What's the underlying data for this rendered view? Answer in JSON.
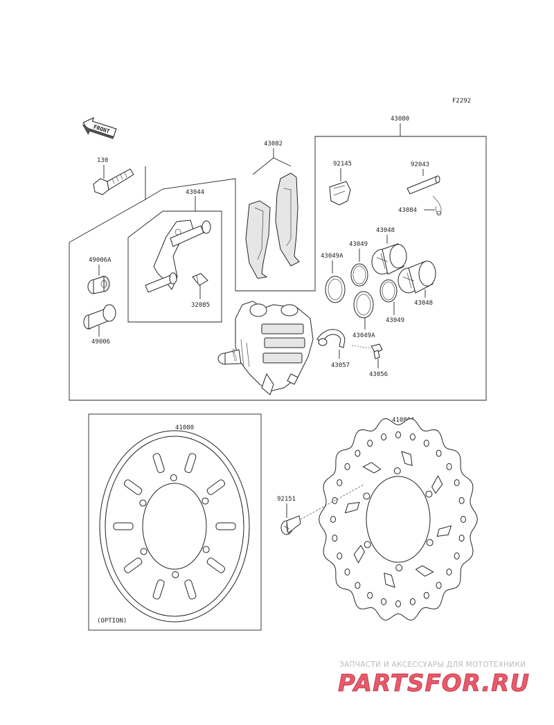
{
  "diagram_code": "F2292",
  "front_label": "FRONT",
  "option_label": "(OPTION)",
  "labels": {
    "p43080": "43080",
    "p43082": "43082",
    "p130": "130",
    "p43044": "43044",
    "p92145": "92145",
    "p92043": "92043",
    "p43084": "43084",
    "p43048a": "43048",
    "p43049a": "43049",
    "p43049Aa": "43049A",
    "p49006A": "49006A",
    "p43048b": "43048",
    "p32085": "32085",
    "p43049b": "43049",
    "p43049Ab": "43049A",
    "p49006": "49006",
    "p43057": "43057",
    "p43056": "43056",
    "p41080": "41080",
    "p41080A": "41080A",
    "p92151": "92151"
  },
  "watermark": {
    "subtitle": "ЗАПЧАСТИ И АКСЕССУАРЫ ДЛЯ МОТОТЕХНИКИ",
    "brand": "PARTSFOR.RU",
    "color": "#e85a6a"
  }
}
